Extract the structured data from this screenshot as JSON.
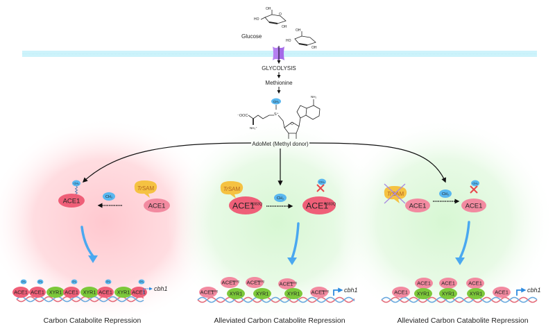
{
  "top": {
    "glucose_label": "Glucose",
    "glycolysis_label": "GLYCOLYSIS",
    "methionine_label": "Methionine",
    "adomet_label": "AdoMet (Methyl donor)",
    "ch3": "CH₃",
    "nh2": "NH₂",
    "nh3": "NH₃⁺",
    "cooh": "⁻OOC",
    "s_plus": "S⁺",
    "oh": "OH",
    "ho": "HO",
    "o": "O",
    "n": "N"
  },
  "panels": [
    {
      "name": "left",
      "caption": "Carbon Catabolite Repression",
      "background": "#ffd9dd",
      "sam_label": "TrSAM",
      "ace_label": "ACE1",
      "methylated_ace_label": "ACE1",
      "methyl_label": "CH₃",
      "dna_proteins": [
        "ACE1",
        "ACE1",
        "XYR1",
        "ACE1",
        "XYR1",
        "ACE1",
        "XYR1",
        "ACE1"
      ],
      "gene_label": "cbh1"
    },
    {
      "name": "middle",
      "caption": "Alleviated Carbon Catabolite Repression",
      "background": "#dff7dd",
      "sam_label": "TrSAM",
      "ace_label": "ACE1",
      "mutation": "R383Q",
      "methyl_label": "CH₃",
      "dna_proteins": [
        "ACE1",
        "ACE1",
        "XYR1",
        "ACE1",
        "XYR1",
        "ACE1",
        "XYR1",
        "ACE1"
      ],
      "gene_label": "cbh1"
    },
    {
      "name": "right",
      "caption": "Alleviated Carbon Catabolite Repression",
      "background": "#e2f8e0",
      "sam_label": "TrSAM",
      "ace_label": "ACE1",
      "methyl_label": "CH₃",
      "dna_proteins": [
        "ACE1",
        "ACE1",
        "XYR1",
        "ACE1",
        "XYR1",
        "ACE1",
        "XYR1",
        "ACE1"
      ],
      "gene_label": "cbh1"
    }
  ],
  "colors": {
    "ace": "#ef5f78",
    "ace_light": "#f28aa0",
    "xyr": "#7cc83a",
    "sam": "#f5c242",
    "sam_text": "#b5651d",
    "methyl": "#59b7f0",
    "arrow_blue": "#4aa8f0",
    "membrane": "#cdf3fb",
    "channel": "#b580f0",
    "cross": "#e8464b",
    "dna_red": "#e46b7a",
    "dna_blue": "#6aa9de"
  }
}
